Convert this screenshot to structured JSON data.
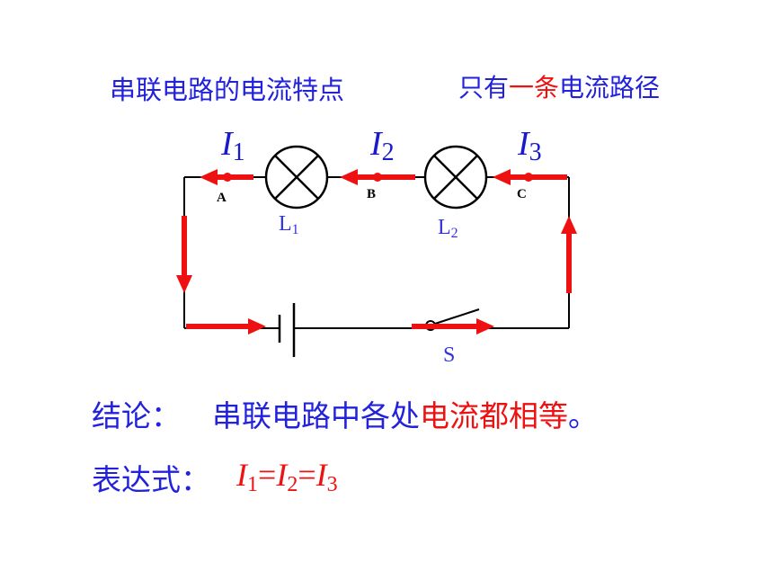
{
  "header": {
    "title": "串联电路的电流特点",
    "path_prefix": "只有",
    "path_highlight": "一条",
    "path_suffix": "电流路径"
  },
  "currents": [
    {
      "symbol": "I",
      "sub": "1"
    },
    {
      "symbol": "I",
      "sub": "2"
    },
    {
      "symbol": "I",
      "sub": "3"
    }
  ],
  "points": [
    "A",
    "B",
    "C"
  ],
  "lamps": [
    {
      "symbol": "L",
      "sub": "1"
    },
    {
      "symbol": "L",
      "sub": "2"
    }
  ],
  "switch_label": "S",
  "conclusion": {
    "label": "结论：",
    "text_blue": "串联电路中各处",
    "text_red": "电流都相等",
    "end": "。"
  },
  "expression": {
    "label": "表达式：",
    "terms": [
      {
        "symbol": "I",
        "sub": "1"
      },
      {
        "symbol": "I",
        "sub": "2"
      },
      {
        "symbol": "I",
        "sub": "3"
      }
    ],
    "operator": "="
  },
  "colors": {
    "wire": "#000000",
    "arrow": "#ee1111",
    "text": "#2222dd",
    "highlight": "#ee1111"
  }
}
